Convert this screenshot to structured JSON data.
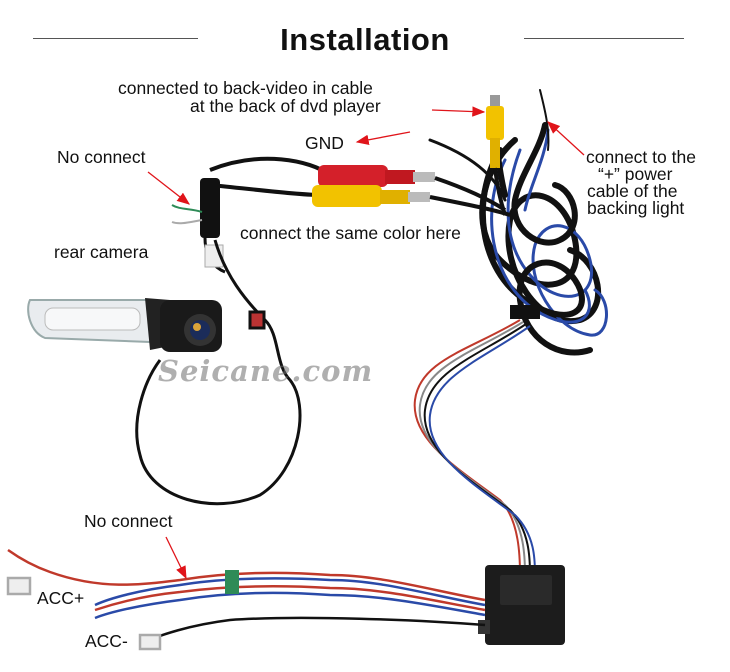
{
  "title": "Installation",
  "labels": {
    "back_video_line1": "connected to back-video in cable",
    "back_video_line2": "at the back of dvd player",
    "gnd": "GND",
    "no_connect_top": "No connect",
    "connect_power_line1": "connect to the",
    "connect_power_line2": "“+” power",
    "connect_power_line3": "cable of the",
    "connect_power_line4": "backing light",
    "same_color": "connect the same color here",
    "rear_camera": "rear camera",
    "no_connect_bottom": "No connect",
    "acc_plus": "ACC+",
    "acc_minus": "ACC-"
  },
  "watermark": "Seicane.com",
  "colors": {
    "arrow": "#e0141a",
    "yellow_connector": "#f2c200",
    "red_connector": "#d4202a",
    "cable_black": "#111111",
    "cable_blue": "#2a4aa8"
  }
}
